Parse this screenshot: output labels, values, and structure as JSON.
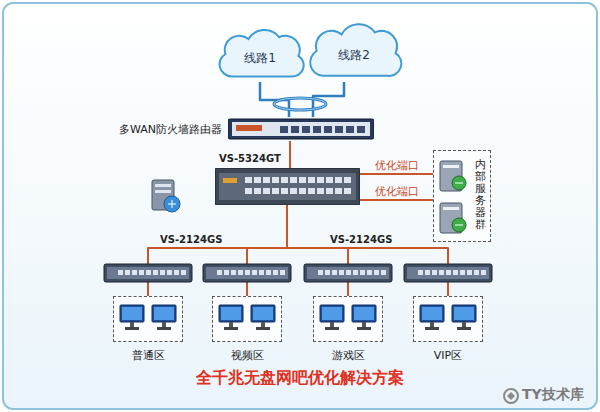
{
  "diagram": {
    "caption": "全千兆无盘网吧优化解决方案",
    "nodes": [
      {
        "text": [
          "线路1"
        ]
      },
      {
        "text": [
          "线路2"
        ]
      },
      {
        "text": [
          "多WAN防火墙路由器"
        ]
      },
      {
        "text": [
          "VS-5324GT"
        ]
      },
      {
        "text": [
          "内部服务器群"
        ]
      },
      {
        "text": [
          "普通区"
        ]
      },
      {
        "text": [
          "视频区"
        ]
      },
      {
        "text": [
          "游戏区"
        ]
      },
      {
        "text": [
          "VIP区"
        ]
      }
    ],
    "edges": [
      {
        "from": 0,
        "to": 2,
        "arrow": "none"
      },
      {
        "from": 1,
        "to": 2,
        "arrow": "none"
      },
      {
        "from": 2,
        "to": 3,
        "arrow": "none"
      },
      {
        "from": 3,
        "to": 4,
        "label": "优化端口",
        "arrow": "none"
      },
      {
        "from": 3,
        "to": 4,
        "label": "优化端口",
        "arrow": "none"
      },
      {
        "from": 3,
        "to": 5,
        "arrow": "none"
      },
      {
        "from": 3,
        "to": 6,
        "arrow": "none"
      },
      {
        "from": 3,
        "to": 7,
        "arrow": "none"
      },
      {
        "from": 3,
        "to": 8,
        "arrow": "none"
      }
    ],
    "labels": [
      "VS-2124GS",
      "VS-2124GS",
      "TY技术库"
    ]
  }
}
